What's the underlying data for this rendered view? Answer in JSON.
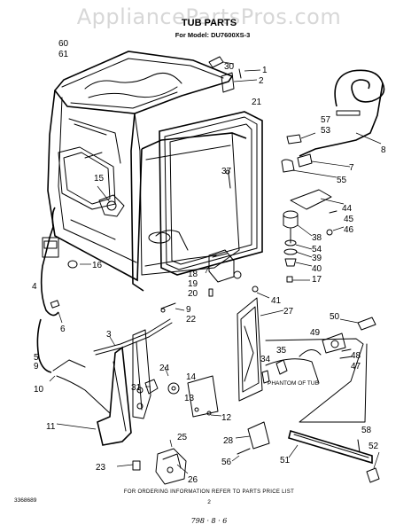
{
  "watermark": "AppliancePartsPros.com",
  "title": "TUB PARTS",
  "subtitle": "For Model: DU7600XS-3",
  "footer_note": "FOR ORDERING INFORMATION REFER TO PARTS PRICE LIST",
  "page_number": "2",
  "doc_code": "3368689",
  "handwritten_date": "798 · 8 · 6",
  "phantom_note": "PHANTOM OF TUB",
  "parts": [
    "1",
    "2",
    "3",
    "4",
    "5",
    "6",
    "7",
    "8",
    "9",
    "10",
    "11",
    "12",
    "13",
    "14",
    "15",
    "16",
    "17",
    "18",
    "19",
    "20",
    "21",
    "22",
    "23",
    "24",
    "25",
    "26",
    "27",
    "28",
    "30",
    "31",
    "34",
    "35",
    "37",
    "38",
    "39",
    "40",
    "41",
    "44",
    "45",
    "46",
    "47",
    "48",
    "49",
    "50",
    "51",
    "52",
    "53",
    "54",
    "55",
    "56",
    "57",
    "58",
    "60",
    "61"
  ]
}
